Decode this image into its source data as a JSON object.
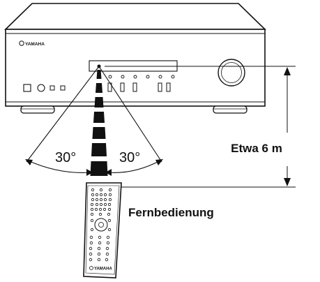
{
  "diagram": {
    "distance_label": "Etwa 6 m",
    "remote_label": "Fernbedienung",
    "angle_left": "30°",
    "angle_right": "30°",
    "brand_device": "YAMAHA",
    "brand_remote": "YAMAHA"
  }
}
